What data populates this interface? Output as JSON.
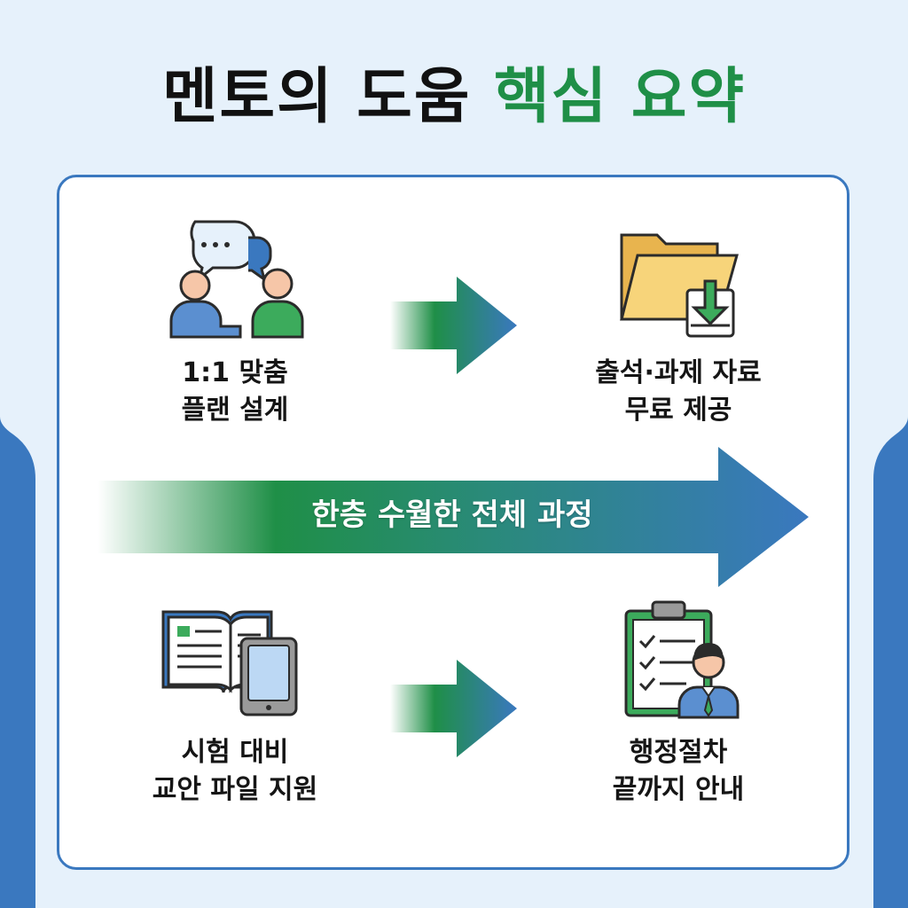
{
  "title": {
    "part1": "멘토의 도움",
    "part2": "핵심 요약"
  },
  "items": [
    {
      "line1": "1:1 맞춤",
      "line2": "플랜 설계",
      "icon": "consultation-icon"
    },
    {
      "line1": "출석·과제 자료",
      "line2": "무료 제공",
      "icon": "folder-download-icon"
    },
    {
      "line1": "시험 대비",
      "line2": "교안 파일 지원",
      "icon": "book-tablet-icon"
    },
    {
      "line1": "행정절차",
      "line2": "끝까지 안내",
      "icon": "clipboard-advisor-icon"
    }
  ],
  "band": {
    "text": "한층 수월한 전체 과정"
  },
  "colors": {
    "blue": "#3a78bf",
    "green": "#1f8f47",
    "light_bg": "#e6f1fb"
  }
}
